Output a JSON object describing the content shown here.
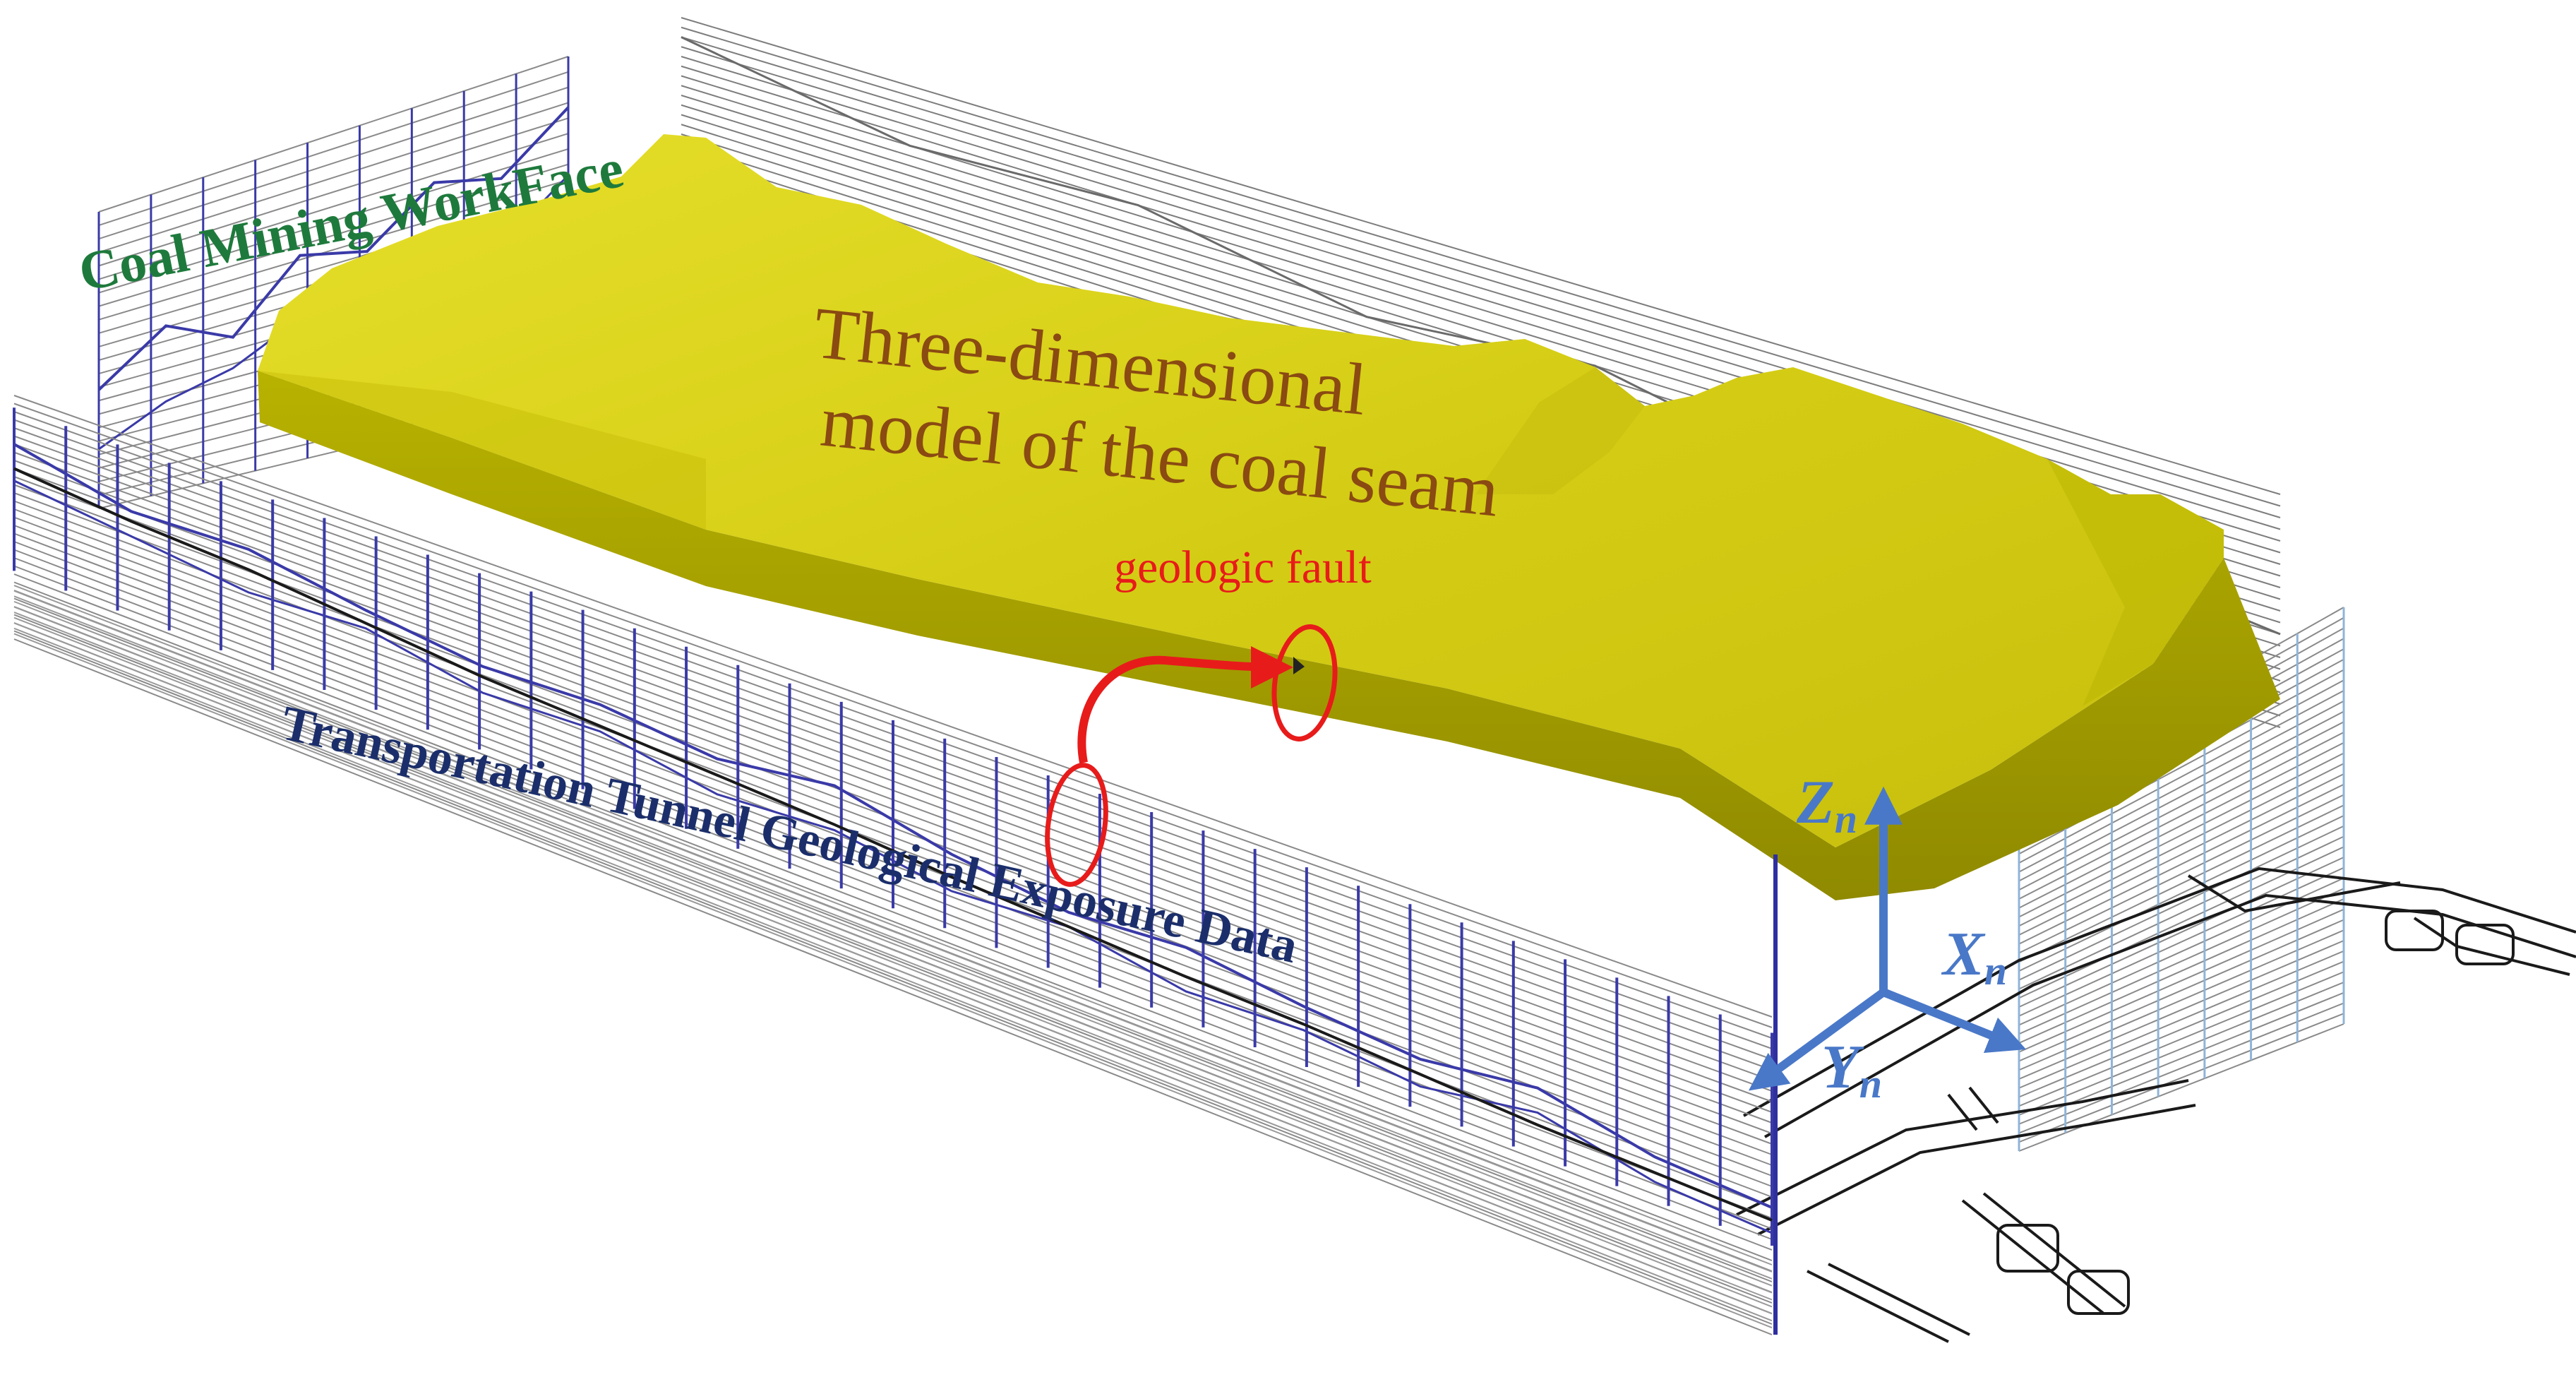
{
  "labels": {
    "workface": "Coal Mining WorkFace",
    "model_line1": "Three-dimensional",
    "model_line2": "model of the coal seam",
    "fault": "geologic fault",
    "tunnel": "Transportation Tunnel Geological Exposure Data"
  },
  "axes": {
    "z": {
      "letter": "Z",
      "sub": "n"
    },
    "x": {
      "letter": "X",
      "sub": "n"
    },
    "y": {
      "letter": "Y",
      "sub": "n"
    }
  },
  "colors": {
    "seam_top": "#d9d21a",
    "seam_side": "#a8a300",
    "workface_label": "#1e7a3c",
    "model_label": "#8a4a12",
    "fault": "#e81b1b",
    "tunnel_label": "#1b2e6b",
    "axis": "#4a78c8",
    "profile_line": "#3a3aa8",
    "grid_line": "#8a8a8a"
  }
}
